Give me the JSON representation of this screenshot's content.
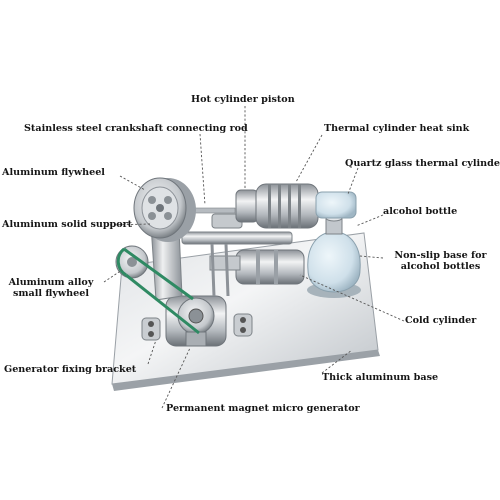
{
  "labels": {
    "hot_cylinder_piston": "Hot cylinder piston",
    "crankshaft_rod": "Stainless steel crankshaft connecting rod",
    "heat_sink": "Thermal cylinder heat sink",
    "aluminum_flywheel": "Aluminum flywheel",
    "quartz_cylinder": "Quartz glass thermal cylinder",
    "solid_support": "Aluminum solid support",
    "alcohol_bottle": "alcohol bottle",
    "small_flywheel_line1": "Aluminum alloy",
    "small_flywheel_line2": "small flywheel",
    "non_slip_line1": "Non-slip base for",
    "non_slip_line2": "alcohol bottles",
    "cold_cylinder": "Cold cylinder",
    "fixing_bracket": "Generator fixing bracket",
    "aluminum_base": "Thick aluminum base",
    "micro_generator": "Permanent magnet micro generator"
  },
  "colors": {
    "metal_light": "#e6e8ea",
    "metal_mid": "#b7bcc1",
    "metal_dark": "#6f757b",
    "belt": "#2f8a63",
    "glass": "#cfe3ef"
  }
}
